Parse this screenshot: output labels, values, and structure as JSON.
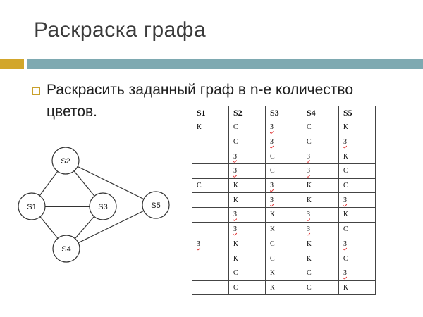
{
  "slide": {
    "title": "Раскраска графа",
    "bullet": "Раскрасить заданный граф в n-е количество цветов.",
    "accent_colors": {
      "gold": "#d2a62b",
      "teal": "#7ea9b1"
    }
  },
  "graph": {
    "nodes": [
      "S1",
      "S2",
      "S3",
      "S4",
      "S5"
    ],
    "edges": [
      [
        "S1",
        "S2"
      ],
      [
        "S1",
        "S3"
      ],
      [
        "S1",
        "S4"
      ],
      [
        "S2",
        "S3"
      ],
      [
        "S2",
        "S5"
      ],
      [
        "S3",
        "S4"
      ],
      [
        "S4",
        "S5"
      ]
    ]
  },
  "table": {
    "headers": [
      "S1",
      "S2",
      "S3",
      "S4",
      "S5"
    ],
    "rows": [
      [
        "К",
        "С",
        "З",
        "С",
        "К"
      ],
      [
        "",
        "С",
        "З",
        "С",
        "З"
      ],
      [
        "",
        "З",
        "С",
        "З",
        "К"
      ],
      [
        "",
        "З",
        "С",
        "З",
        "С"
      ],
      [
        "С",
        "К",
        "З",
        "К",
        "С"
      ],
      [
        "",
        "К",
        "З",
        "К",
        "З"
      ],
      [
        "",
        "З",
        "К",
        "З",
        "К"
      ],
      [
        "",
        "З",
        "К",
        "З",
        "С"
      ],
      [
        "З",
        "К",
        "С",
        "К",
        "З"
      ],
      [
        "",
        "К",
        "С",
        "К",
        "С"
      ],
      [
        "",
        "С",
        "К",
        "С",
        "З"
      ],
      [
        "",
        "С",
        "К",
        "С",
        "К"
      ]
    ]
  }
}
